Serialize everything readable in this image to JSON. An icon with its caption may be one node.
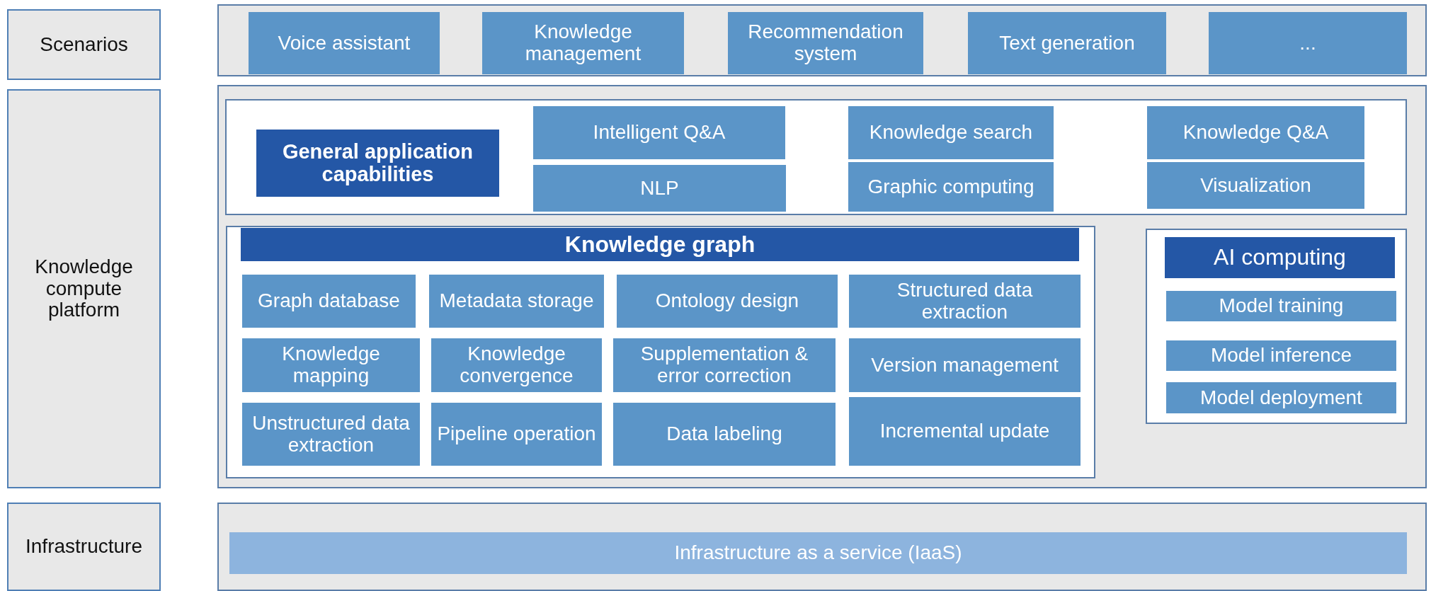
{
  "diagram": {
    "nodes": [
      {
        "text": [
          "Scenarios"
        ]
      },
      {
        "text": [],
        "shape": "box"
      },
      {
        "text": [
          "Voice assistant"
        ],
        "in": 1
      },
      {
        "text": [
          "Knowledge management"
        ],
        "in": 1
      },
      {
        "text": [
          "Recommendation system"
        ],
        "in": 1
      },
      {
        "text": [
          "Text generation"
        ],
        "in": 1
      },
      {
        "text": [
          "..."
        ],
        "in": 1
      },
      {
        "text": [
          "Knowledge compute platform"
        ]
      },
      {
        "text": [],
        "shape": "box"
      },
      {
        "text": [],
        "shape": "box",
        "in": 8
      },
      {
        "text": [
          "General application capabilities"
        ],
        "in": 9
      },
      {
        "text": [
          "Intelligent Q&A"
        ],
        "in": 9
      },
      {
        "text": [
          "Knowledge search"
        ],
        "in": 9
      },
      {
        "text": [
          "Knowledge Q&A"
        ],
        "in": 9
      },
      {
        "text": [
          "NLP"
        ],
        "in": 9
      },
      {
        "text": [
          "Graphic computing"
        ],
        "in": 9
      },
      {
        "text": [
          "Visualization"
        ],
        "in": 9
      },
      {
        "text": [
          "Knowledge graph"
        ],
        "in": 8
      },
      {
        "text": [
          "Graph database"
        ],
        "in": 17
      },
      {
        "text": [
          "Metadata storage"
        ],
        "in": 17
      },
      {
        "text": [
          "Ontology design"
        ],
        "in": 17
      },
      {
        "text": [
          "Structured data extraction"
        ],
        "in": 17
      },
      {
        "text": [
          "Knowledge mapping"
        ],
        "in": 17
      },
      {
        "text": [
          "Knowledge convergence"
        ],
        "in": 17
      },
      {
        "text": [
          "Supplementation & error correction"
        ],
        "in": 17
      },
      {
        "text": [
          "Version management"
        ],
        "in": 17
      },
      {
        "text": [
          "Unstructured data extraction"
        ],
        "in": 17
      },
      {
        "text": [
          "Pipeline operation"
        ],
        "in": 17
      },
      {
        "text": [
          "Data labeling"
        ],
        "in": 17
      },
      {
        "text": [
          "Incremental update"
        ],
        "in": 17
      },
      {
        "text": [
          "AI computing"
        ],
        "in": 8
      },
      {
        "text": [
          "Model training"
        ],
        "in": 30
      },
      {
        "text": [
          "Model inference"
        ],
        "in": 30
      },
      {
        "text": [
          "Model deployment"
        ],
        "in": 30
      },
      {
        "text": [
          "Infrastructure"
        ]
      },
      {
        "text": [],
        "shape": "box"
      },
      {
        "text": [
          "Infrastructure as a service (IaaS)"
        ],
        "in": 35
      }
    ]
  }
}
